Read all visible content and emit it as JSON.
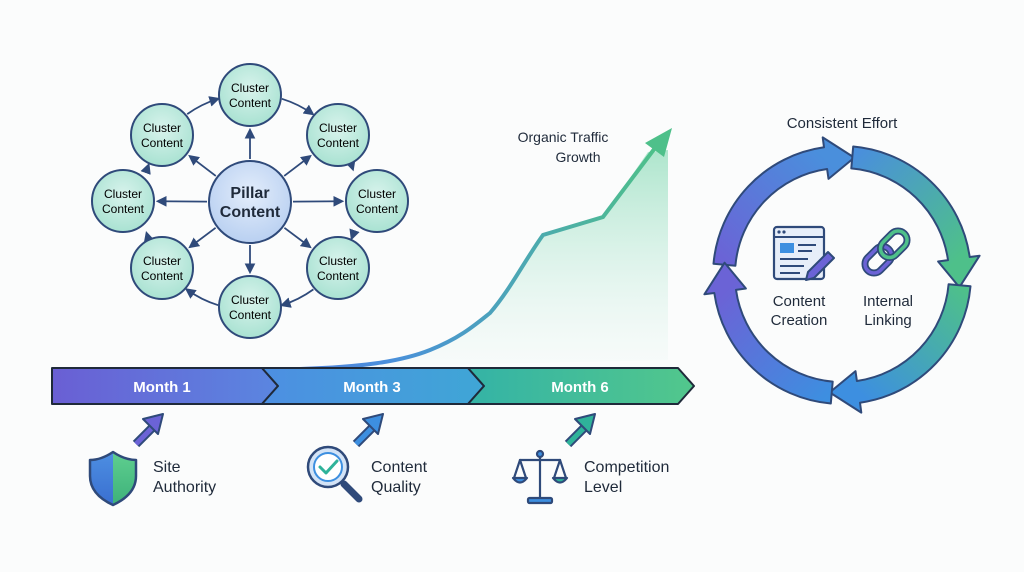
{
  "pillar": {
    "line1": "Pillar",
    "line2": "Content"
  },
  "clusters": [
    {
      "line1": "Cluster",
      "line2": "Content"
    },
    {
      "line1": "Cluster",
      "line2": "Content"
    },
    {
      "line1": "Cluster",
      "line2": "Content"
    },
    {
      "line1": "Cluster",
      "line2": "Content"
    },
    {
      "line1": "Cluster",
      "line2": "Content"
    },
    {
      "line1": "Cluster",
      "line2": "Content"
    },
    {
      "line1": "Cluster",
      "line2": "Content"
    },
    {
      "line1": "Cluster",
      "line2": "Content"
    }
  ],
  "traffic": {
    "line1": "Organic Traffic",
    "line2": "Growth"
  },
  "timeline": [
    {
      "label": "Month 1"
    },
    {
      "label": "Month 3"
    },
    {
      "label": "Month 6"
    }
  ],
  "factors": [
    {
      "line1": "Site",
      "line2": "Authority",
      "icon": "shield-icon"
    },
    {
      "line1": "Content",
      "line2": "Quality",
      "icon": "magnifier-check-icon"
    },
    {
      "line1": "Competition",
      "line2": "Level",
      "icon": "scales-icon"
    }
  ],
  "effort": {
    "title": "Consistent Effort",
    "items": [
      {
        "line1": "Content",
        "line2": "Creation",
        "icon": "document-edit-icon"
      },
      {
        "line1": "Internal",
        "line2": "Linking",
        "icon": "chain-link-icon"
      }
    ]
  },
  "colors": {
    "ink": "#1f2a3a",
    "navy": "#2f4a7a",
    "purple": "#6b63d6",
    "blue": "#3d8fe0",
    "teal": "#2fb39a",
    "green": "#4ec08a"
  }
}
